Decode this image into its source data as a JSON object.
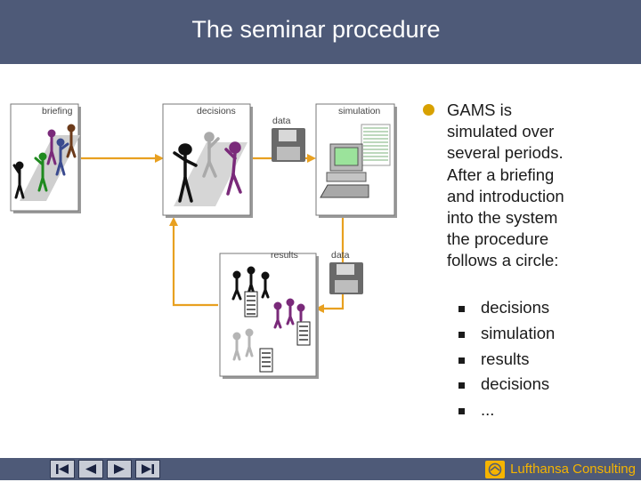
{
  "header": {
    "title": "The seminar procedure"
  },
  "diagram": {
    "briefing": "briefing",
    "decisions": "decisions",
    "data_top": "data",
    "simulation": "simulation",
    "results": "results",
    "data_bottom": "data"
  },
  "content": {
    "paragraph": [
      "GAMS is",
      "simulated over",
      "several periods.",
      "After a briefing",
      "and introduction",
      "into the system",
      "the procedure",
      "follows a circle:"
    ],
    "steps": [
      "decisions",
      "simulation",
      "results",
      "decisions",
      "..."
    ]
  },
  "footer": {
    "brand": "Lufthansa Consulting"
  },
  "colors": {
    "header": "#4e5a78",
    "flow": "#e8a020",
    "accent": "#f5b400"
  }
}
